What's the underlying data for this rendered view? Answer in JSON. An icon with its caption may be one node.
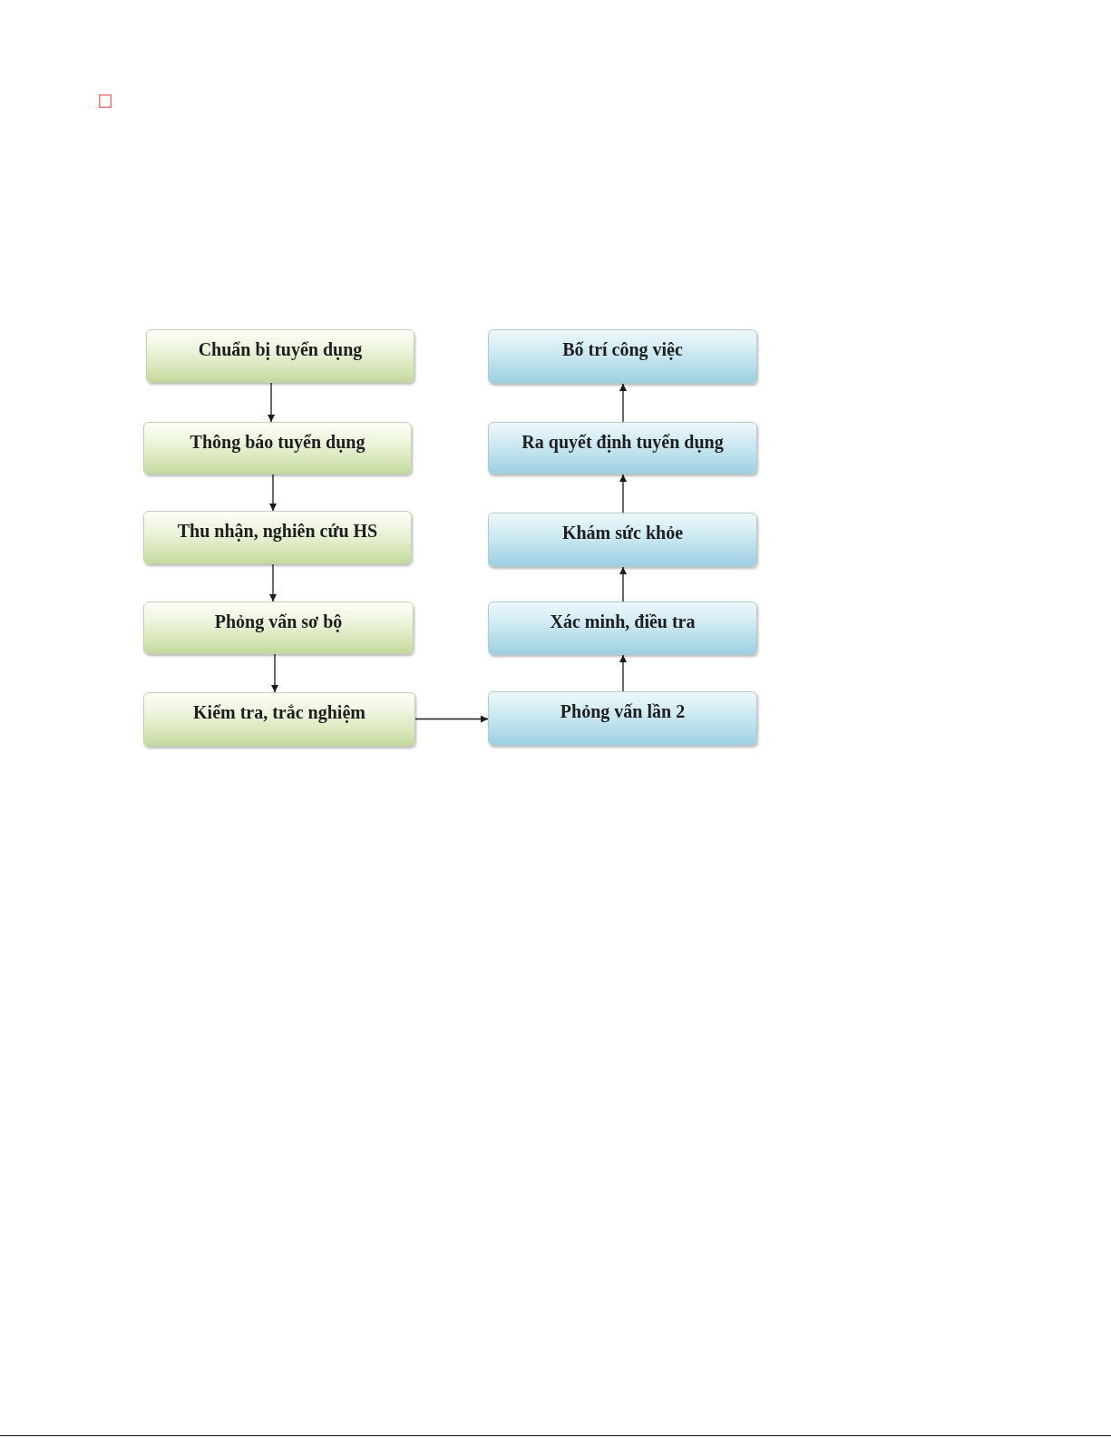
{
  "diagram": {
    "nodes": [
      {
        "text": [
          "Chuẩn bị tuyển dụng"
        ]
      },
      {
        "text": [
          "Thông báo tuyển dụng"
        ]
      },
      {
        "text": [
          "Thu nhận, nghiên cứu HS"
        ]
      },
      {
        "text": [
          "Phỏng vấn sơ bộ"
        ]
      },
      {
        "text": [
          "Kiểm tra, trắc nghiệm"
        ]
      },
      {
        "text": [
          "Bố trí công việc"
        ]
      },
      {
        "text": [
          "Ra quyết định tuyển dụng"
        ]
      },
      {
        "text": [
          "Khám sức khỏe"
        ]
      },
      {
        "text": [
          "Xác minh, điều tra"
        ]
      },
      {
        "text": [
          "Phỏng vấn lần 2"
        ]
      }
    ],
    "edges": [
      {
        "from": 0,
        "to": 1,
        "arrow": "to"
      },
      {
        "from": 1,
        "to": 2,
        "arrow": "to"
      },
      {
        "from": 2,
        "to": 3,
        "arrow": "to"
      },
      {
        "from": 3,
        "to": 4,
        "arrow": "to"
      },
      {
        "from": 4,
        "to": 9,
        "arrow": "to"
      },
      {
        "from": 9,
        "to": 8,
        "arrow": "to"
      },
      {
        "from": 8,
        "to": 7,
        "arrow": "to"
      },
      {
        "from": 7,
        "to": 6,
        "arrow": "to"
      },
      {
        "from": 6,
        "to": 5,
        "arrow": "to"
      }
    ]
  }
}
